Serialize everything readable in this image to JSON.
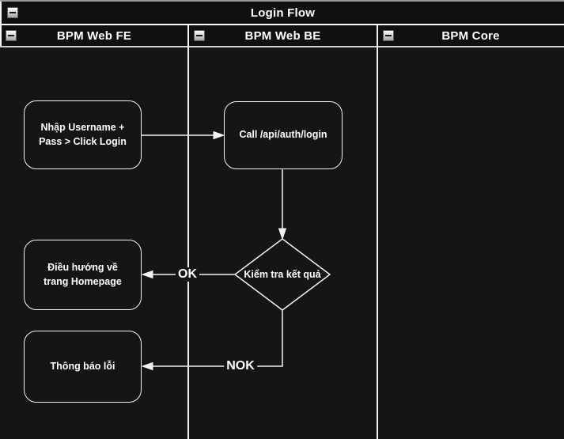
{
  "pool": {
    "title": "Login Flow",
    "lanes": [
      {
        "label": "BPM Web FE"
      },
      {
        "label": "BPM Web BE"
      },
      {
        "label": "BPM Core"
      }
    ]
  },
  "nodes": {
    "enter_credentials": "Nhập Username + Pass > Click Login",
    "call_login_api": "Call /api/auth/login",
    "check_result": "Kiểm tra kết quả",
    "navigate_homepage": "Điều hướng về trang Homepage",
    "error_message": "Thông báo lỗi"
  },
  "edge_labels": {
    "ok": "OK",
    "nok": "NOK"
  },
  "icons": {
    "collapse": "minus"
  },
  "colors": {
    "canvas_bg": "#151515",
    "header_bg": "#101010",
    "stroke": "#f2f2f2",
    "text": "#ffffff"
  }
}
